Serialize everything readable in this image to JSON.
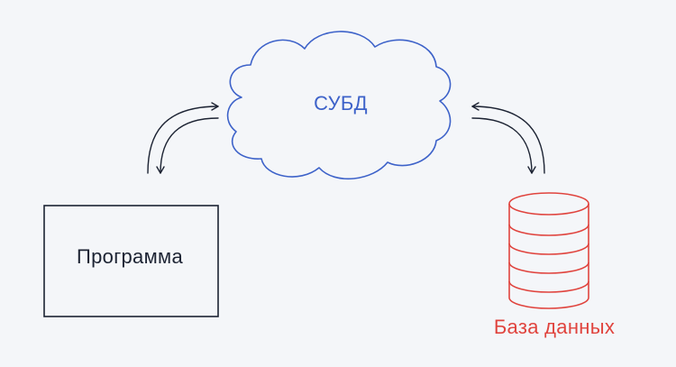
{
  "diagram": {
    "nodes": {
      "dbms": {
        "label": "СУБД",
        "shape": "cloud"
      },
      "program": {
        "label": "Программа",
        "shape": "rectangle"
      },
      "database": {
        "label": "База данных",
        "shape": "cylinder"
      }
    },
    "edges": [
      {
        "from": "program",
        "to": "dbms",
        "direction": "bidirectional"
      },
      {
        "from": "dbms",
        "to": "database",
        "direction": "bidirectional"
      }
    ],
    "colors": {
      "background": "#f4f6f9",
      "dark": "#1c2333",
      "blue": "#3d62c9",
      "red": "#e0443e"
    }
  }
}
